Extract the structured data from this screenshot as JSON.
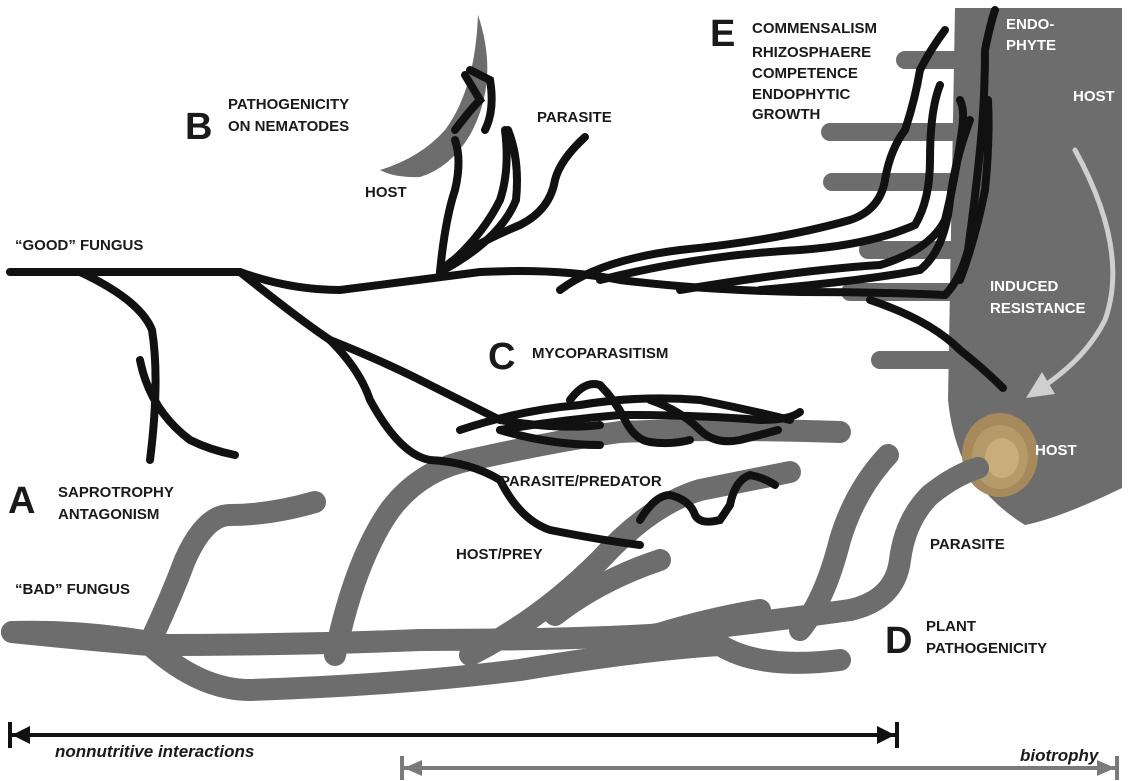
{
  "letters": {
    "a": "A",
    "b": "B",
    "c": "C",
    "d": "D",
    "e": "E"
  },
  "labels": {
    "good_fungus": "“GOOD” FUNGUS",
    "bad_fungus": "“BAD” FUNGUS",
    "saprotrophy": "SAPROTROPHY",
    "antagonism": "ANTAGONISM",
    "pathogenicity_on": "PATHOGENICITY",
    "on_nematodes": "ON NEMATODES",
    "host_b": "HOST",
    "parasite_b": "PARASITE",
    "mycoparasitism": "MYCOPARASITISM",
    "parasite_predator": "PARASITE/PREDATOR",
    "host_prey": "HOST/PREY",
    "commensalism": "COMMENSALISM",
    "rhizosphaere": "RHIZOSPHAERE",
    "competence": "COMPETENCE",
    "endophytic": "ENDOPHYTIC",
    "growth": "GROWTH",
    "endo": "ENDO-",
    "phyte": "PHYTE",
    "host_root": "HOST",
    "induced": "INDUCED",
    "resistance": "RESISTANCE",
    "host_lesion": "HOST",
    "parasite_d": "PARASITE",
    "plant": "PLANT",
    "pathogenicity_d": "PATHOGENICITY"
  },
  "scale": {
    "nonnutritive": "nonnutritive interactions",
    "biotrophy": "biotrophy"
  },
  "colors": {
    "good_hyphae": "#111111",
    "bad_hyphae": "#6b6b6b",
    "host_root": "#6d6d6d",
    "lesion": "#b59a6a",
    "induced_arrow": "#cfcfcf",
    "biotrophy_bar": "#7a7a7a"
  }
}
